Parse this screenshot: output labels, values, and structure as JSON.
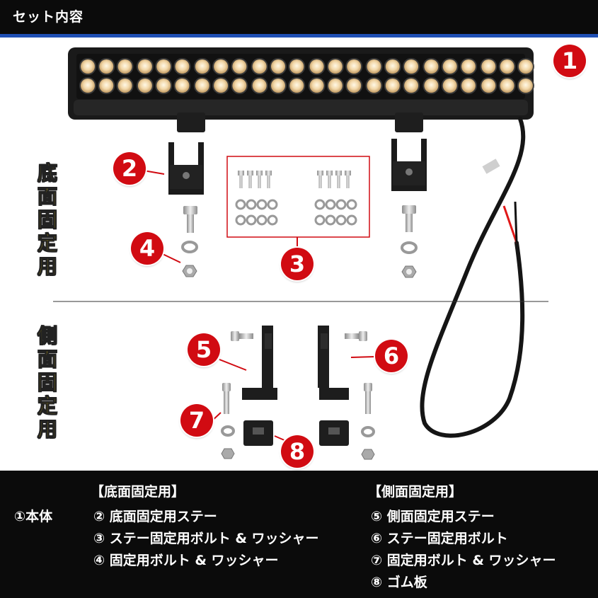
{
  "header": {
    "title": "セット内容"
  },
  "side_labels": {
    "bottom_mount": [
      "底",
      "面",
      "固",
      "定",
      "用"
    ],
    "side_mount": [
      "側",
      "面",
      "固",
      "定",
      "用"
    ]
  },
  "badges": [
    "1",
    "2",
    "3",
    "4",
    "5",
    "6",
    "7",
    "8"
  ],
  "footer": {
    "bottom_heading": "【底面固定用】",
    "side_heading": "【側面固定用】",
    "main_item": "①本体",
    "bottom_items": [
      "② 底面固定用ステー",
      "③ ステー固定用ボルト & ワッシャー",
      "④ 固定用ボルト & ワッシャー"
    ],
    "side_items": [
      "⑤ 側面固定用ステー",
      "⑥ ステー固定用ボルト",
      "⑦ 固定用ボルト & ワッシャー",
      "⑧ ゴム板"
    ]
  },
  "colors": {
    "accent_red": "#d10b12",
    "header_bg": "#0b0b0b",
    "header_stripe": "#1f4fb4",
    "label_yellow": "#f5d000"
  },
  "icons": [
    "led-light-bar",
    "mounting-bracket",
    "bolt",
    "washer",
    "nut",
    "power-cable",
    "rubber-pad"
  ]
}
